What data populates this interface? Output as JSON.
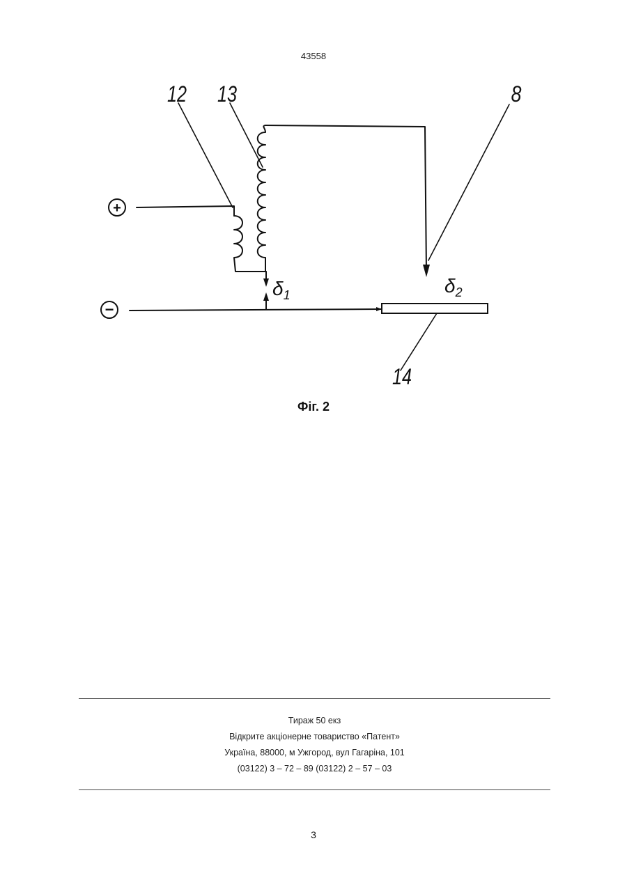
{
  "header": {
    "doc_number": "43558"
  },
  "figure": {
    "labels": {
      "l12": "12",
      "l13": "13",
      "l8": "8",
      "l14": "14",
      "plus": "+",
      "minus": "−",
      "delta1_sym": "δ",
      "delta1_sub": "1",
      "delta2_sym": "δ",
      "delta2_sub": "2"
    },
    "caption": "Фіг. 2"
  },
  "footer": {
    "line1": "Тираж 50 екз",
    "line2": "Відкрите акціонерне товариство «Патент»",
    "line3": "Україна, 88000, м  Ужгород, вул  Гагаріна, 101",
    "line4": "(03122) 3 – 72 – 89  (03122) 2 – 57 – 03"
  },
  "page": {
    "number": "3"
  }
}
